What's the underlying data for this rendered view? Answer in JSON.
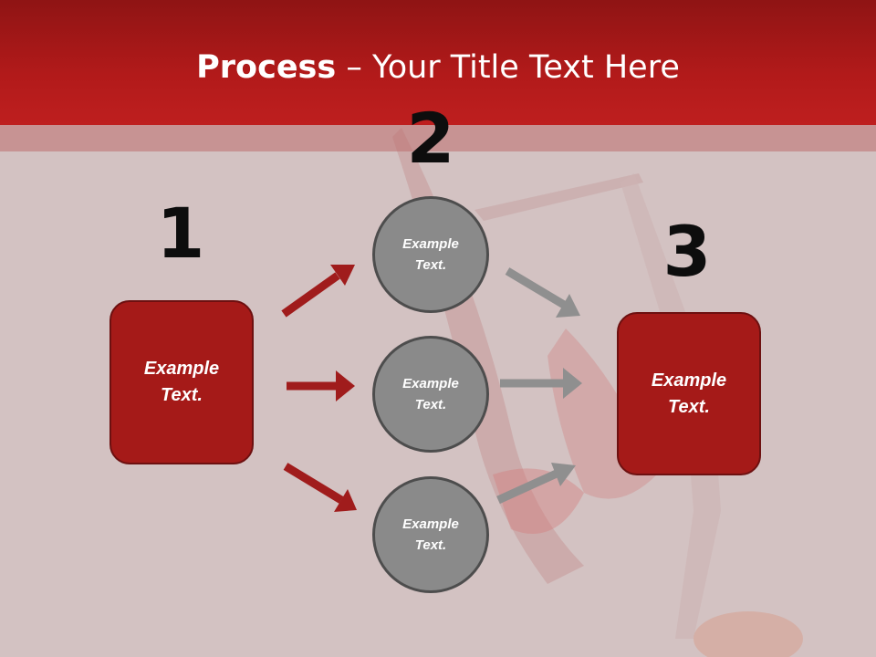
{
  "title": {
    "bold": "Process",
    "rest": " – Your Title Text Here"
  },
  "steps": {
    "one": "1",
    "two": "2",
    "three": "3"
  },
  "left_box": {
    "line1": "Example",
    "line2": "Text."
  },
  "circles": [
    {
      "line1": "Example",
      "line2": "Text."
    },
    {
      "line1": "Example",
      "line2": "Text."
    },
    {
      "line1": "Example",
      "line2": "Text."
    }
  ],
  "right_box": {
    "line1": "Example",
    "line2": "Text."
  },
  "colors": {
    "header": "#b21a1a",
    "box_fill": "#a51a18",
    "circle_fill": "#8a8a8a",
    "red_arrow": "#a01c1c",
    "gray_arrow": "#8f8f8f"
  }
}
